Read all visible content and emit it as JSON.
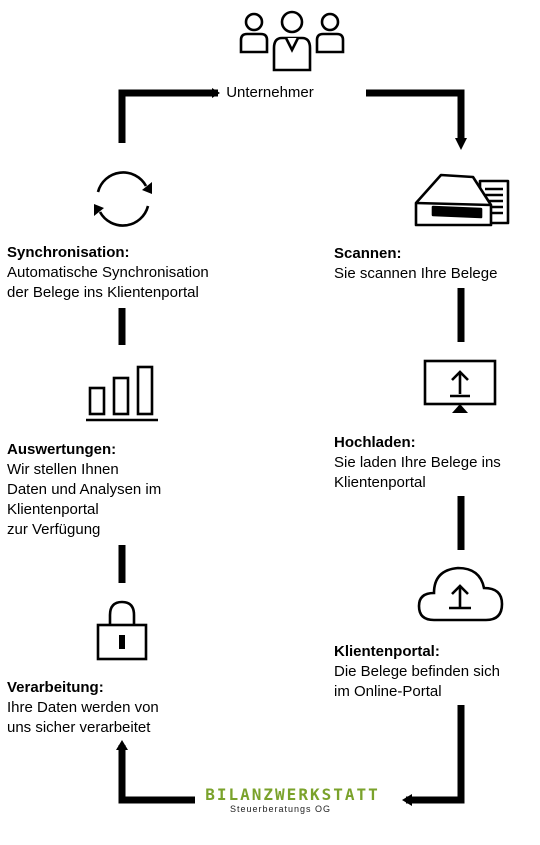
{
  "top": {
    "label": "Unternehmer"
  },
  "steps_right": [
    {
      "title": "Scannen:",
      "text": "Sie scannen Ihre Belege"
    },
    {
      "title": "Hochladen:",
      "text": "Sie laden Ihre Belege ins\nKlientenportal"
    },
    {
      "title": "Klientenportal:",
      "text": "Die Belege befinden sich\nim Online-Portal"
    }
  ],
  "steps_left": [
    {
      "title": "Synchronisation:",
      "text": "Automatische Synchronisation\nder Belege ins Klientenportal"
    },
    {
      "title": "Auswertungen:",
      "text": "Wir stellen Ihnen\nDaten und Analysen im\nKlientenportal\nzur Verfügung"
    },
    {
      "title": "Verarbeitung:",
      "text": "Ihre Daten werden von\nuns sicher verarbeitet"
    }
  ],
  "logo": {
    "name": "BILANZWERKSTATT",
    "subtitle": "Steuerberatungs OG"
  },
  "icons": [
    "people-icon",
    "scanner-icon",
    "upload-monitor-icon",
    "cloud-upload-icon",
    "sync-icon",
    "bar-chart-icon",
    "lock-icon"
  ],
  "colors": {
    "line": "#000000",
    "logo_green": "#7aa22b"
  }
}
